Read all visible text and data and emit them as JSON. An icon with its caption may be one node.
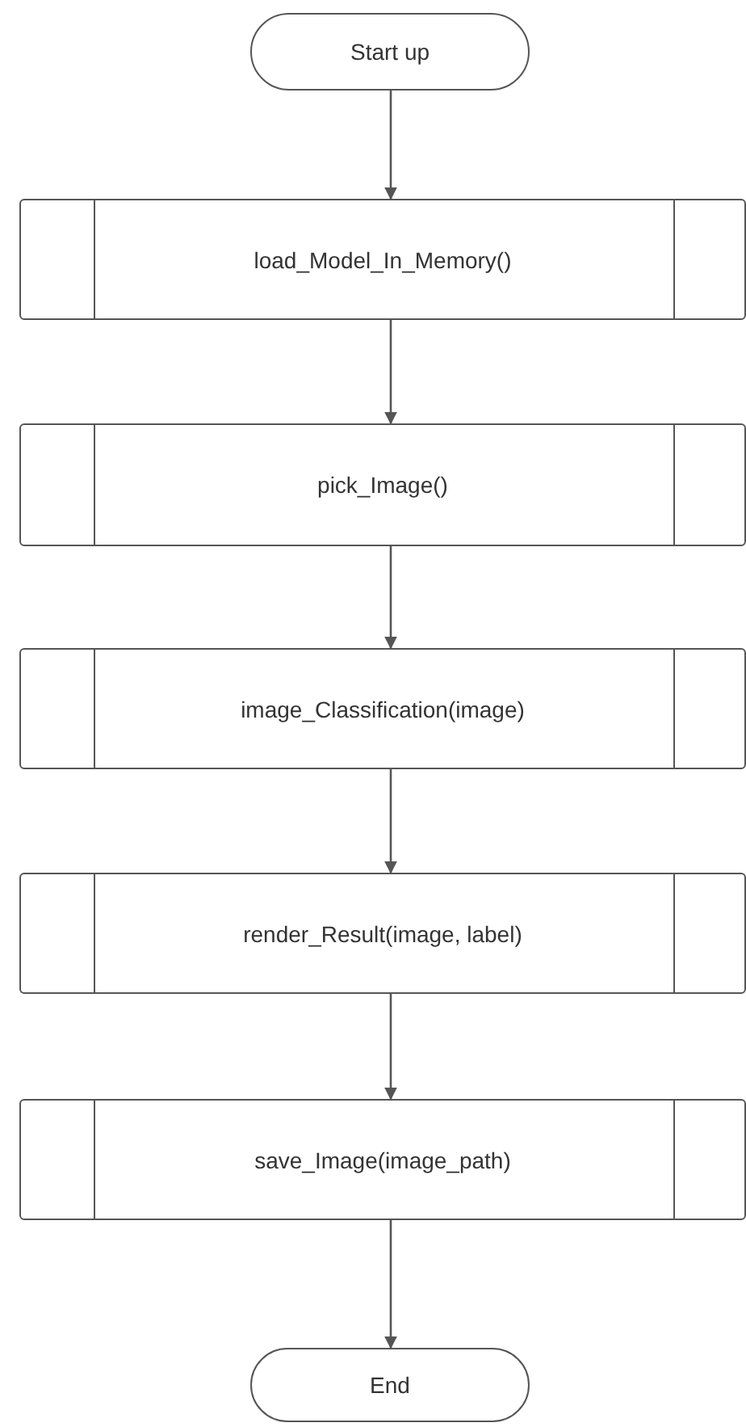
{
  "diagram": {
    "nodes": [
      {
        "text": [
          "Start up"
        ]
      },
      {
        "text": [
          "load_Model_In_Memory()"
        ]
      },
      {
        "text": [
          "pick_Image()"
        ]
      },
      {
        "text": [
          "image_Classification(image)"
        ]
      },
      {
        "text": [
          "render_Result(image, label)"
        ]
      },
      {
        "text": [
          "save_Image(image_path)"
        ]
      },
      {
        "text": [
          "End"
        ]
      }
    ],
    "edges": [
      {
        "from": 0,
        "to": 1,
        "arrow": "to"
      },
      {
        "from": 1,
        "to": 2,
        "arrow": "to"
      },
      {
        "from": 2,
        "to": 3,
        "arrow": "to"
      },
      {
        "from": 3,
        "to": 4,
        "arrow": "to"
      },
      {
        "from": 4,
        "to": 5,
        "arrow": "to"
      },
      {
        "from": 5,
        "to": 6,
        "arrow": "to"
      }
    ]
  }
}
